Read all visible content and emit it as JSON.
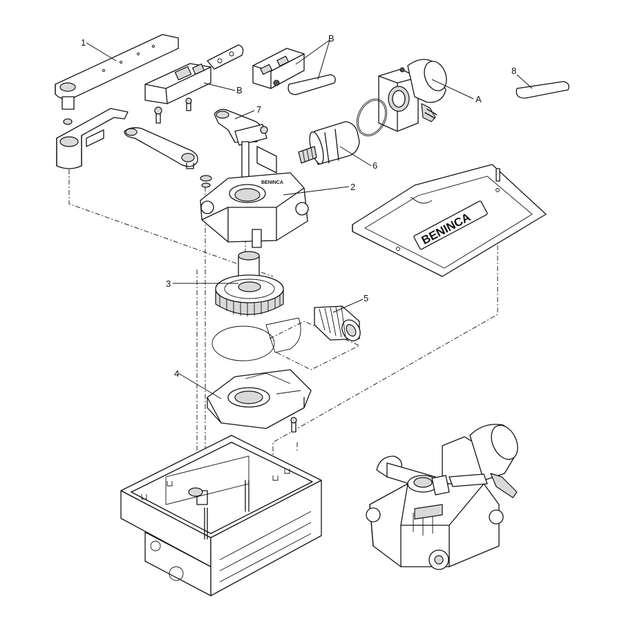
{
  "callouts": {
    "c1": "1",
    "c2": "2",
    "c3": "3",
    "c4": "4",
    "c5": "5",
    "c6": "6",
    "c7": "7",
    "c8": "8",
    "cA": "A",
    "cB1": "B",
    "cB2": "B"
  },
  "brand": {
    "cover_logo": "BENINCA",
    "housing_logo": "BENINCA"
  }
}
